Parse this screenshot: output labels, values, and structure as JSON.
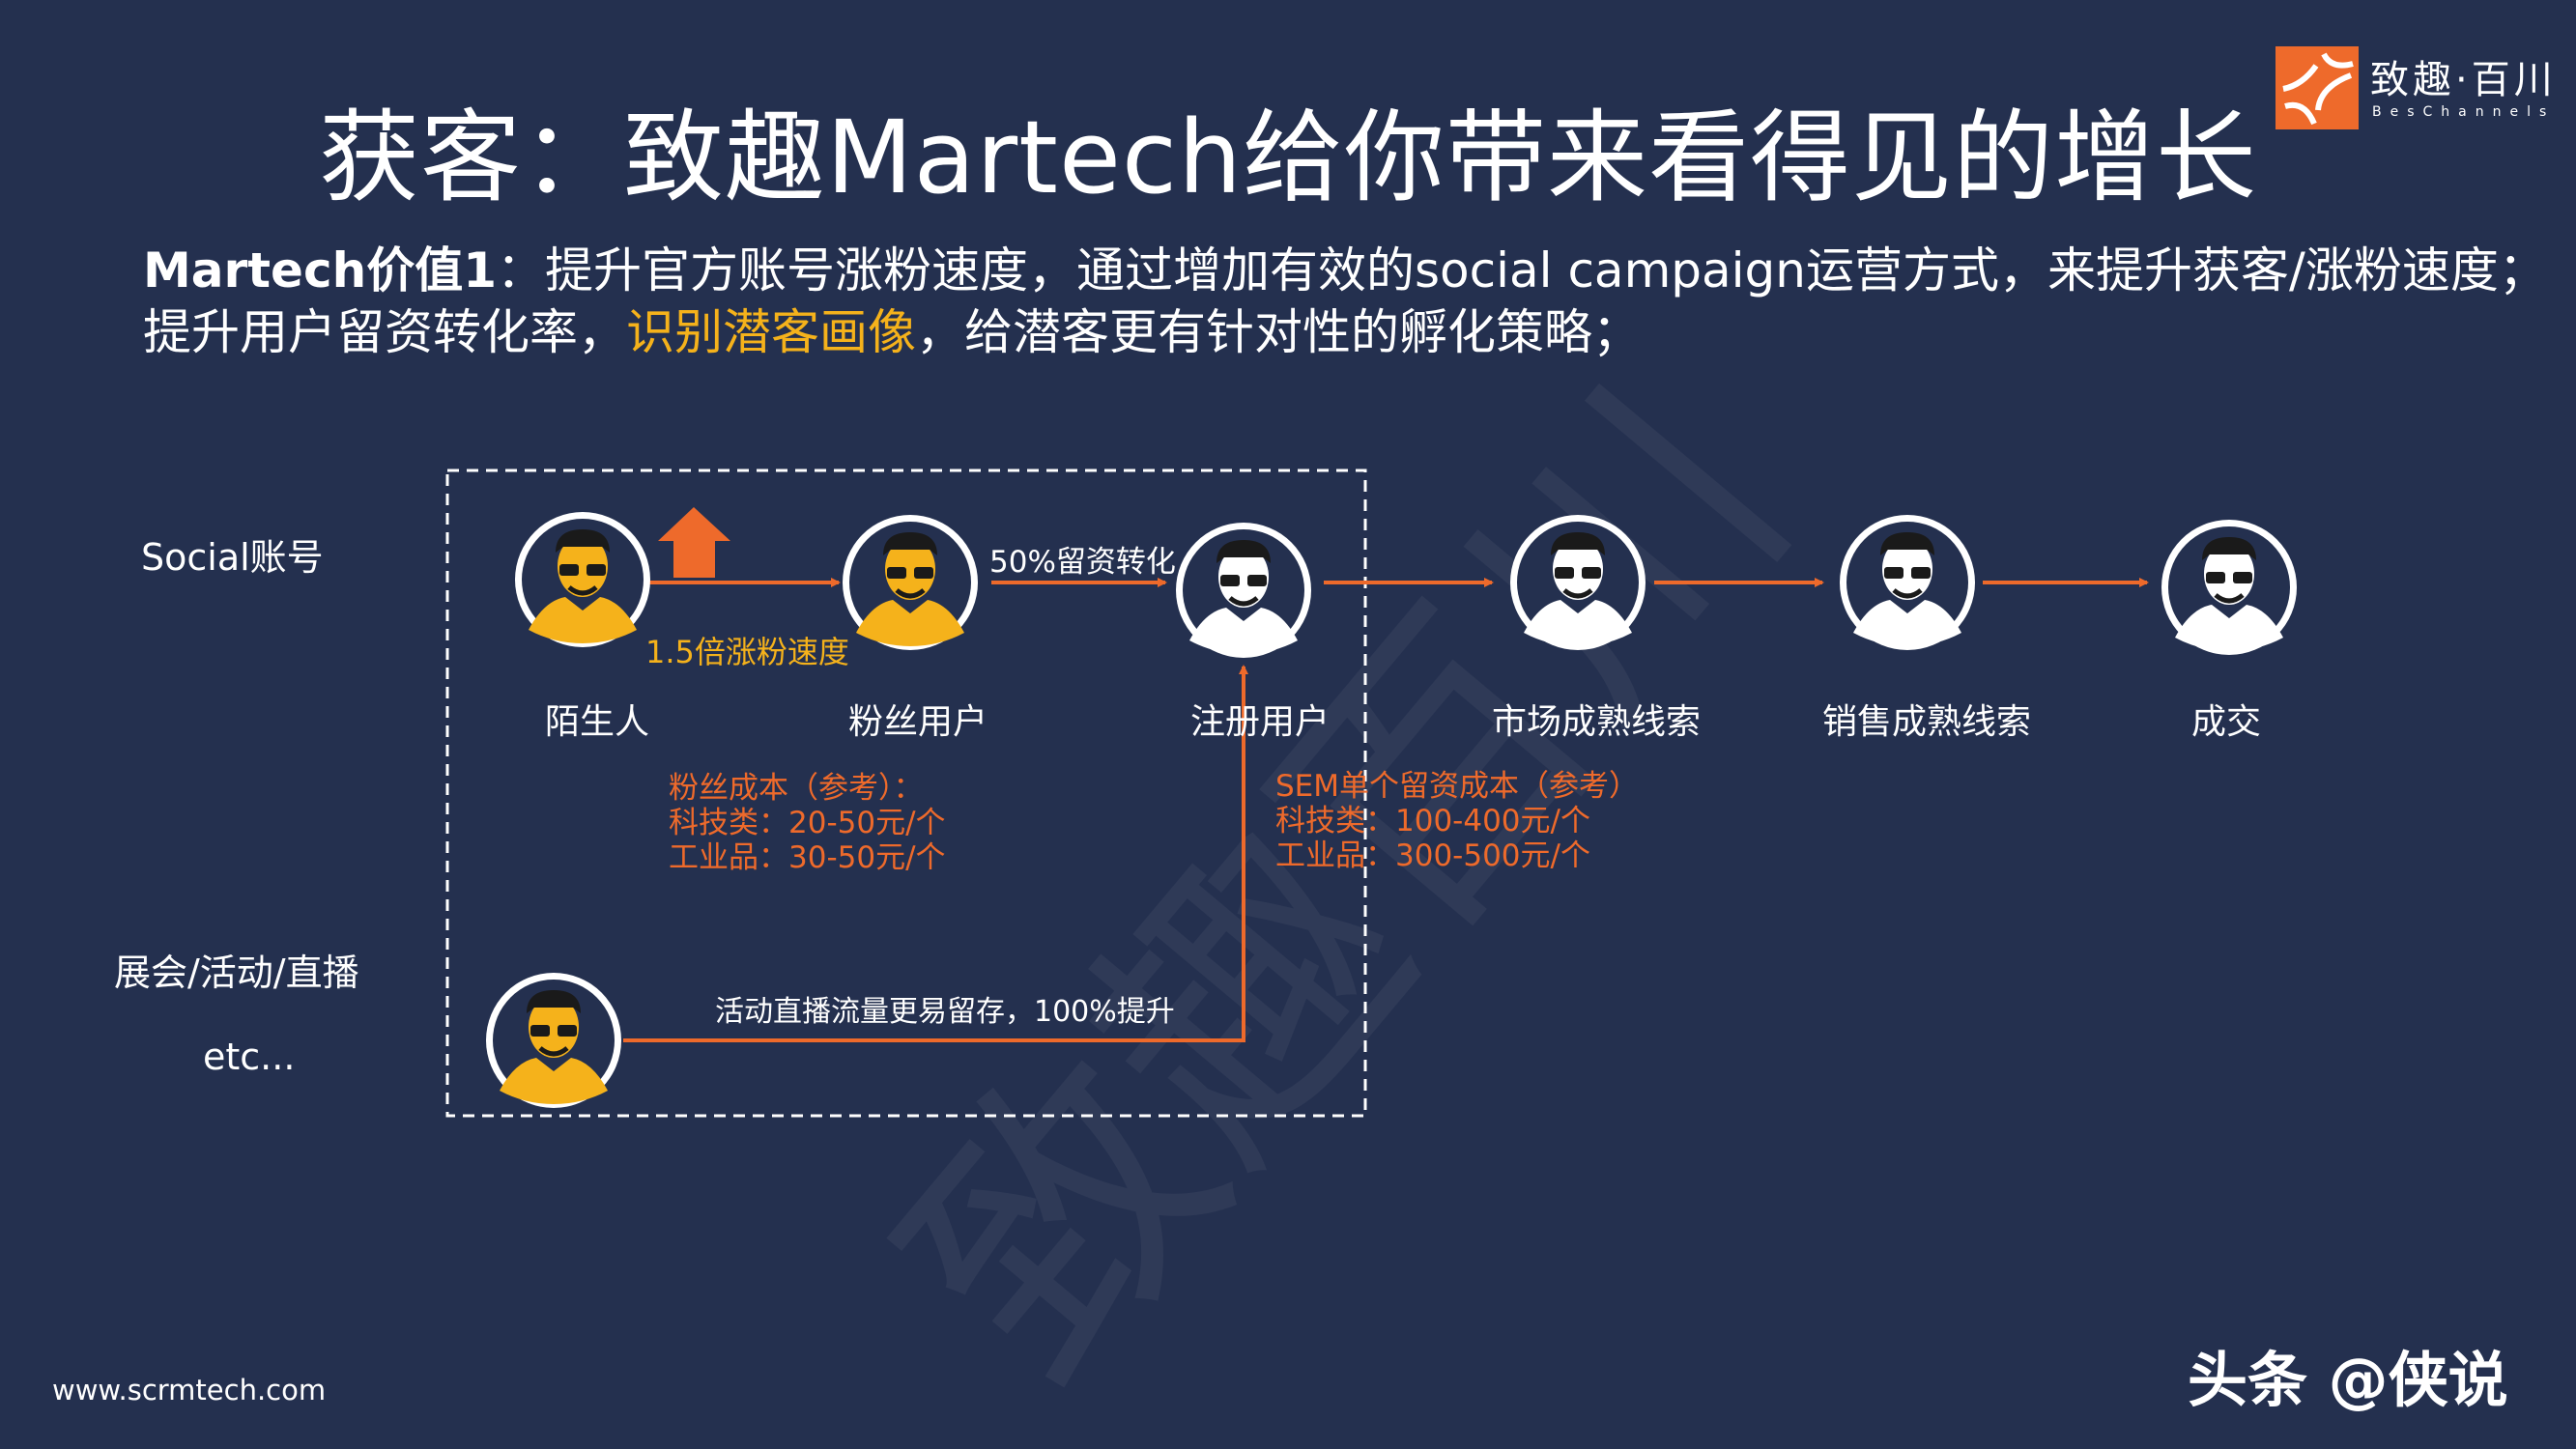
{
  "title": "获客：致趣Martech给你带来看得见的增长",
  "logo": {
    "name": "致趣·百川",
    "subtitle": "BesChannels"
  },
  "intro": {
    "bold_prefix": "Martech价值1",
    "line1_rest": "：提升官方账号涨粉速度，通过增加有效的social campaign运营方式，来提升获客/涨粉速度；",
    "line2_a": "提升用户留资转化率，",
    "line2_highlight": "识别潜客画像",
    "line2_b": "，给潜客更有针对性的孵化策略；"
  },
  "sources": {
    "social": "Social账号",
    "events": "展会/活动/直播",
    "etc": "etc..."
  },
  "stages": [
    "陌生人",
    "粉丝用户",
    "注册用户",
    "市场成熟线索",
    "销售成熟线索",
    "成交"
  ],
  "annotations": {
    "growth_speed": "1.5倍涨粉速度",
    "conversion": "50%留资转化",
    "fan_cost_title": "粉丝成本（参考）：",
    "fan_cost_tech": "科技类：20-50元/个",
    "fan_cost_industrial": "工业品：30-50元/个",
    "sem_cost_title": "SEM单个留资成本（参考）",
    "sem_cost_tech": "科技类：100-400元/个",
    "sem_cost_industrial": "工业品：300-500元/个",
    "event_note": "活动直播流量更易留存，100%提升"
  },
  "footer": {
    "website": "www.scrmtech.com",
    "watermark": "头条 @侠说"
  },
  "background_mark": "致趣百川",
  "colors": {
    "background": "#24304f",
    "orange": "#ee6a2b",
    "yellow": "#f5b21b",
    "dashed_box": "#ffffff"
  },
  "icons": [
    "person-icon-yellow",
    "person-icon-white",
    "up-arrow-icon",
    "logo-icon"
  ]
}
